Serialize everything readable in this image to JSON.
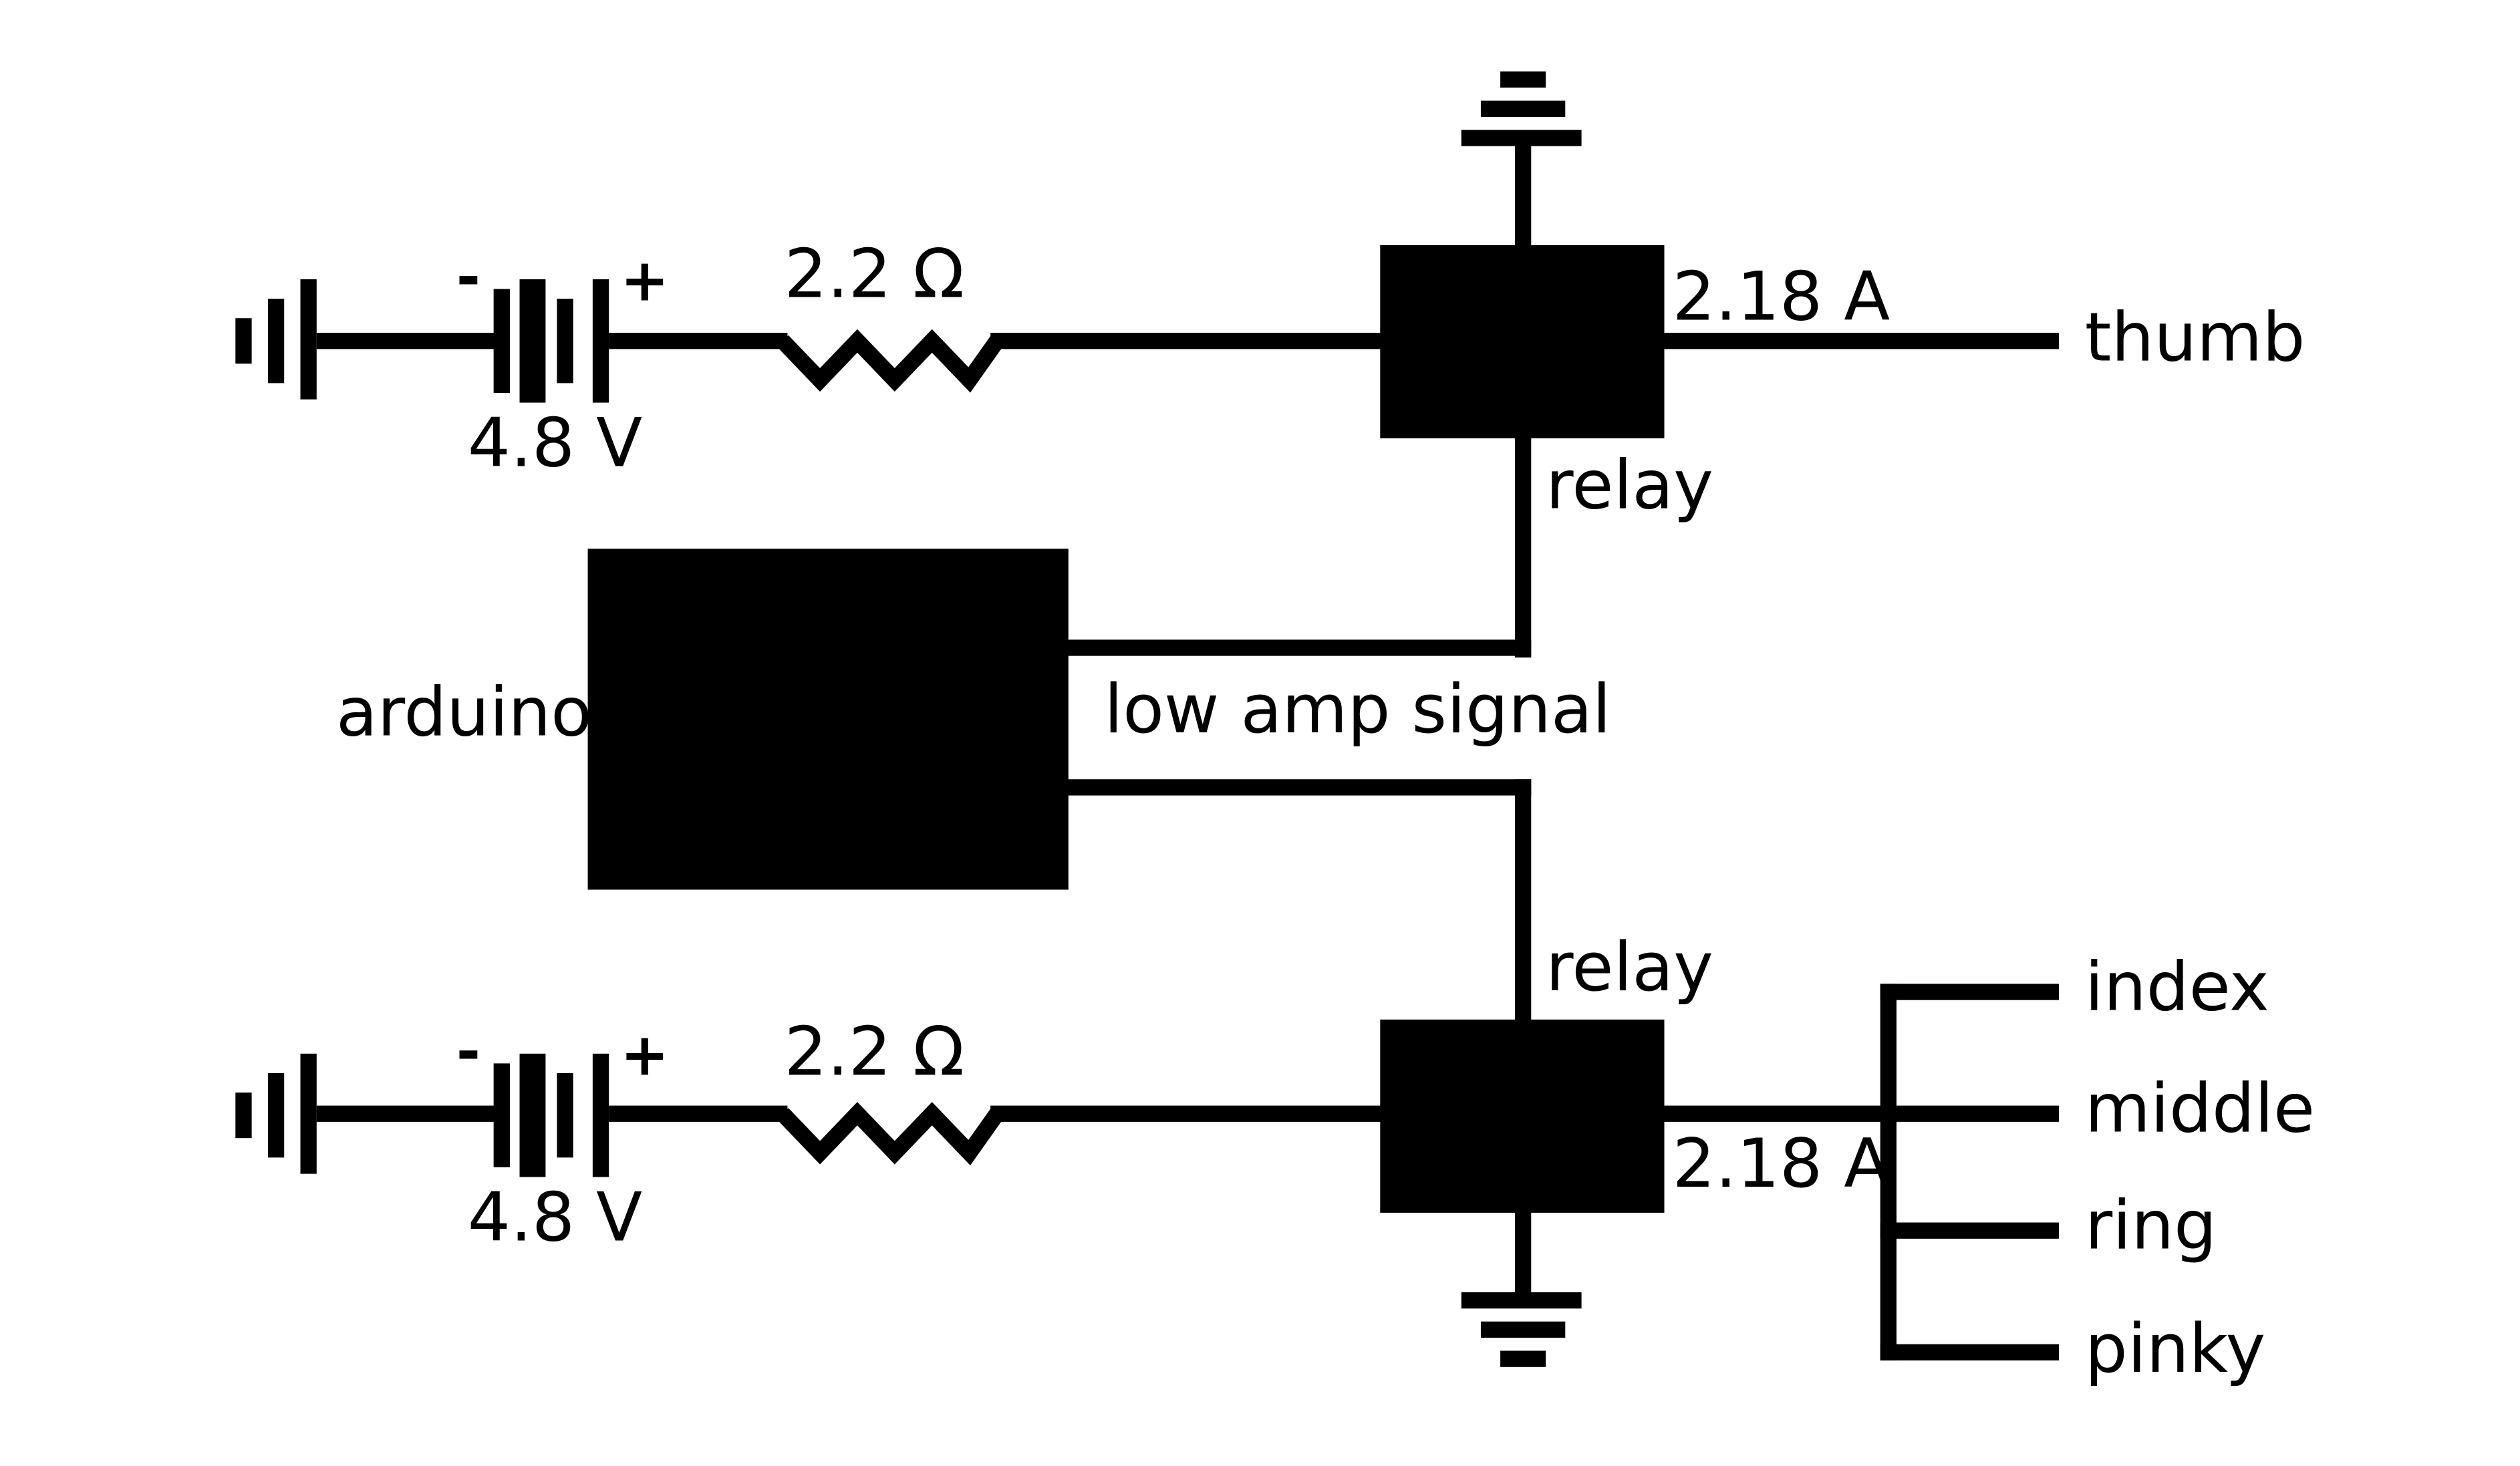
{
  "labels": {
    "battery_top_voltage": "4.8 V",
    "battery_top_minus": "-",
    "battery_top_plus": "+",
    "resistor_top_value": "2.2 Ω",
    "current_top": "2.18 A",
    "output_thumb": "thumb",
    "relay_top": "relay",
    "arduino": "arduino",
    "signal": "low amp signal",
    "relay_bottom": "relay",
    "battery_bottom_voltage": "4.8 V",
    "battery_bottom_minus": "-",
    "battery_bottom_plus": "+",
    "resistor_bottom_value": "2.2 Ω",
    "current_bottom": "2.18 A",
    "output_index": "index",
    "output_middle": "middle",
    "output_ring": "ring",
    "output_pinky": "pinky"
  },
  "colors": {
    "ink": "#000000",
    "background": "#ffffff"
  }
}
